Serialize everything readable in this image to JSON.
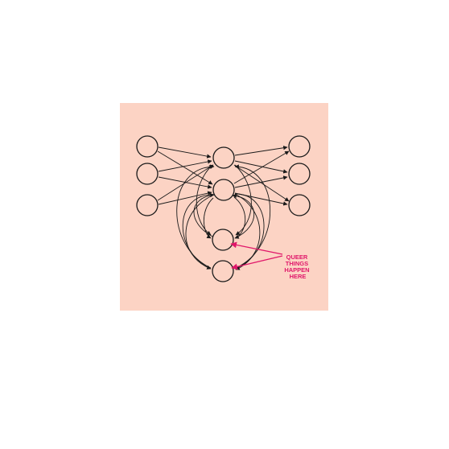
{
  "colors": {
    "panel": "#fcd3c4",
    "stroke": "#1a1a1a",
    "annotation": "#e0176a"
  },
  "annotation": {
    "lines": [
      "QUEER",
      "THINGS",
      "HAPPEN",
      "HERE"
    ]
  }
}
